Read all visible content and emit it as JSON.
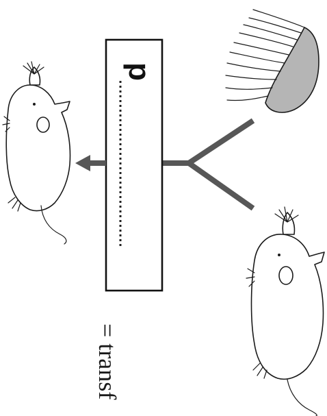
{
  "diagram": {
    "probe_label": "d",
    "caption": "= transf",
    "colors": {
      "arrow": "#575757",
      "tissue_fill": "#b5b5b5",
      "outline": "#1a1a1a"
    },
    "elements": [
      "donor-mouse",
      "tissue-sample",
      "branching-connector",
      "vertical-box",
      "dotted-line",
      "left-arrow",
      "recipient-mouse"
    ]
  }
}
